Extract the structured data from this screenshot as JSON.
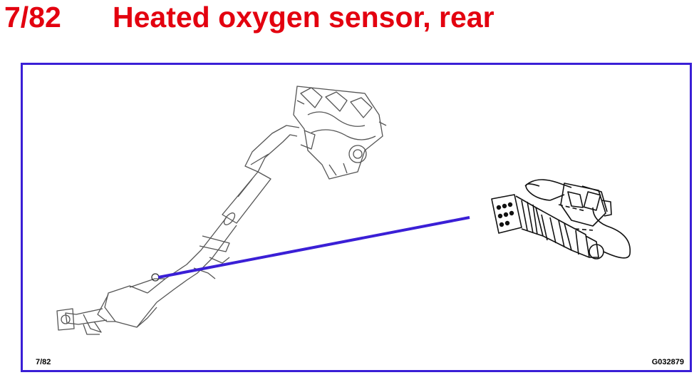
{
  "header": {
    "code": "7/82",
    "title": "Heated oxygen sensor, rear"
  },
  "figure": {
    "number_label": "7/82",
    "image_id": "G032879"
  },
  "colors": {
    "header_text": "#e3000f",
    "frame_border": "#3a1fd6",
    "leader_line": "#3a1fd6",
    "drawing_stroke": "#555555",
    "sensor_stroke": "#111111"
  },
  "icons": {
    "exhaust": "exhaust-system-illustration",
    "sensor": "oxygen-sensor-illustration"
  }
}
